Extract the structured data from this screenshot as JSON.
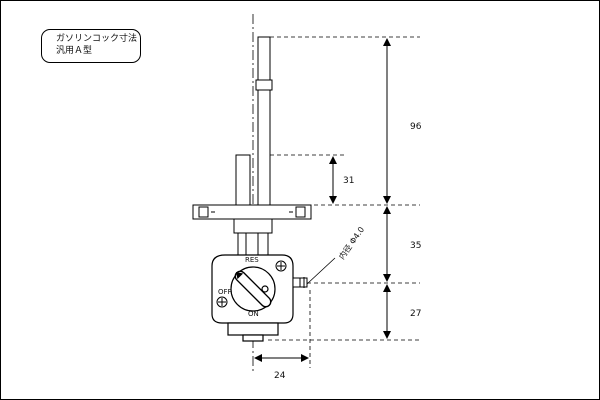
{
  "title": {
    "line1": "ガソリンコック寸法",
    "line2": "汎用Ａ型"
  },
  "valve_labels": {
    "res": "RES",
    "off": "OFF",
    "on": "ON"
  },
  "inner_diameter_label": "内径 Φ4.0",
  "dimensions": {
    "d96": "96",
    "d31": "31",
    "d35": "35",
    "d27": "27",
    "d24": "24"
  }
}
